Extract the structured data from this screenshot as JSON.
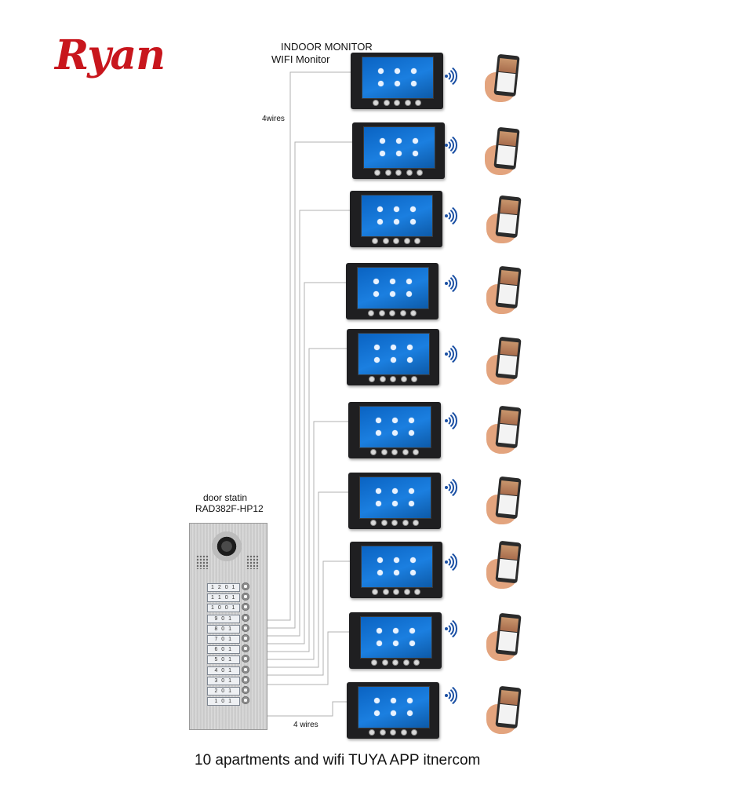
{
  "brand": {
    "logo_text": "Ryan",
    "logo_color": "#c8161d"
  },
  "labels": {
    "indoor_monitor": "INDOOR MONITOR",
    "wifi_monitor": "WIFI Monitor",
    "wires_top": "4wires",
    "wires_bottom": "4 wires",
    "door_station": "door statin",
    "door_model": "RAD382F-HP12"
  },
  "door_station": {
    "apartments": [
      "1201",
      "1101",
      "1001",
      "901",
      "801",
      "701",
      "601",
      "501",
      "401",
      "301",
      "201",
      "101"
    ]
  },
  "monitors": {
    "count": 10,
    "icons": [
      "wifi-icon",
      "smartphone-icon"
    ]
  },
  "caption": "10 apartments  and wifi TUYA APP itnercom"
}
